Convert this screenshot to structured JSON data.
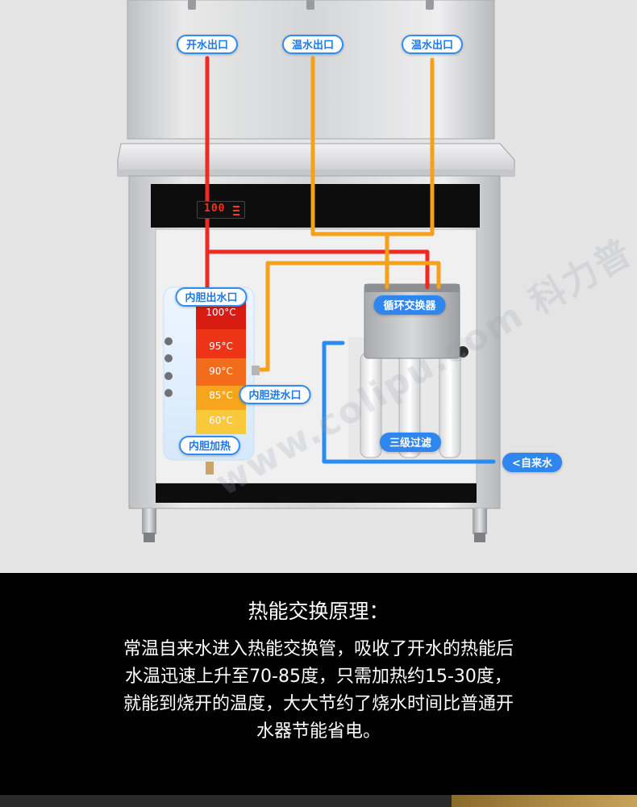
{
  "labels": {
    "boiling_outlet": "开水出口",
    "warm_outlet_1": "温水出口",
    "warm_outlet_2": "温水出口",
    "tank_outlet": "内胆出水口",
    "tank_inlet": "内胆进水口",
    "tank_heating": "内胆加热",
    "heat_exchanger": "循环交换器",
    "filtration": "三级过滤",
    "tap_water": "<自来水"
  },
  "display_reading": "100",
  "temperatures": [
    "100°C",
    "95°C",
    "90°C",
    "85°C",
    "60°C"
  ],
  "watermark": "www.colipu.com 科力普",
  "colors": {
    "hot_pipe": "#ee2b1e",
    "warm_pipe": "#f7a11a",
    "cold_pipe": "#2b8cf0",
    "label_blue": "#2e86ee"
  },
  "principle": {
    "heading": "热能交换原理：",
    "lines": [
      "常温自来水进入热能交换管，吸收了开水的热能后",
      "水温迅速上升至70-85度，只需加热约15-30度，",
      "就能到烧开的温度，大大节约了烧水时间比普通开",
      "水器节能省电。"
    ]
  }
}
